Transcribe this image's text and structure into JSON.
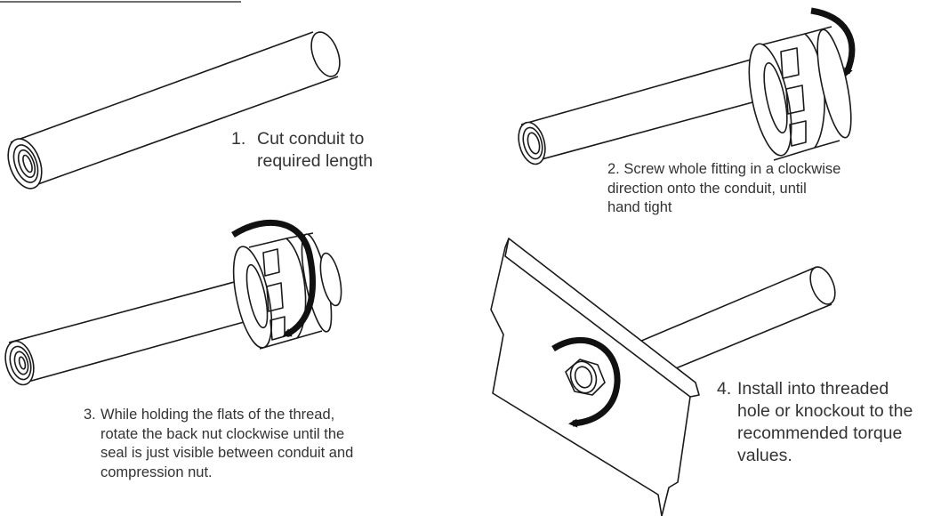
{
  "steps": [
    {
      "number": "1.",
      "text": "Cut conduit to\nrequired length"
    },
    {
      "number": "2.",
      "text": "Screw whole fitting in a clockwise\ndirection onto the conduit, until\nhand tight"
    },
    {
      "number": "3.",
      "text": "While holding the flats of the thread,\nrotate the back nut clockwise until the\nseal is just visible between conduit and\ncompression nut."
    },
    {
      "number": "4.",
      "text": "Install into threaded\nhole or knockout to the\nrecommended torque\nvalues."
    }
  ],
  "colors": {
    "line": "#1a1a1a",
    "text": "#333333",
    "background": "#ffffff",
    "arrow": "#111111"
  },
  "icons": [
    "conduit-tube",
    "compression-fitting",
    "clockwise-arrow",
    "mounting-panel",
    "hex-nut"
  ]
}
